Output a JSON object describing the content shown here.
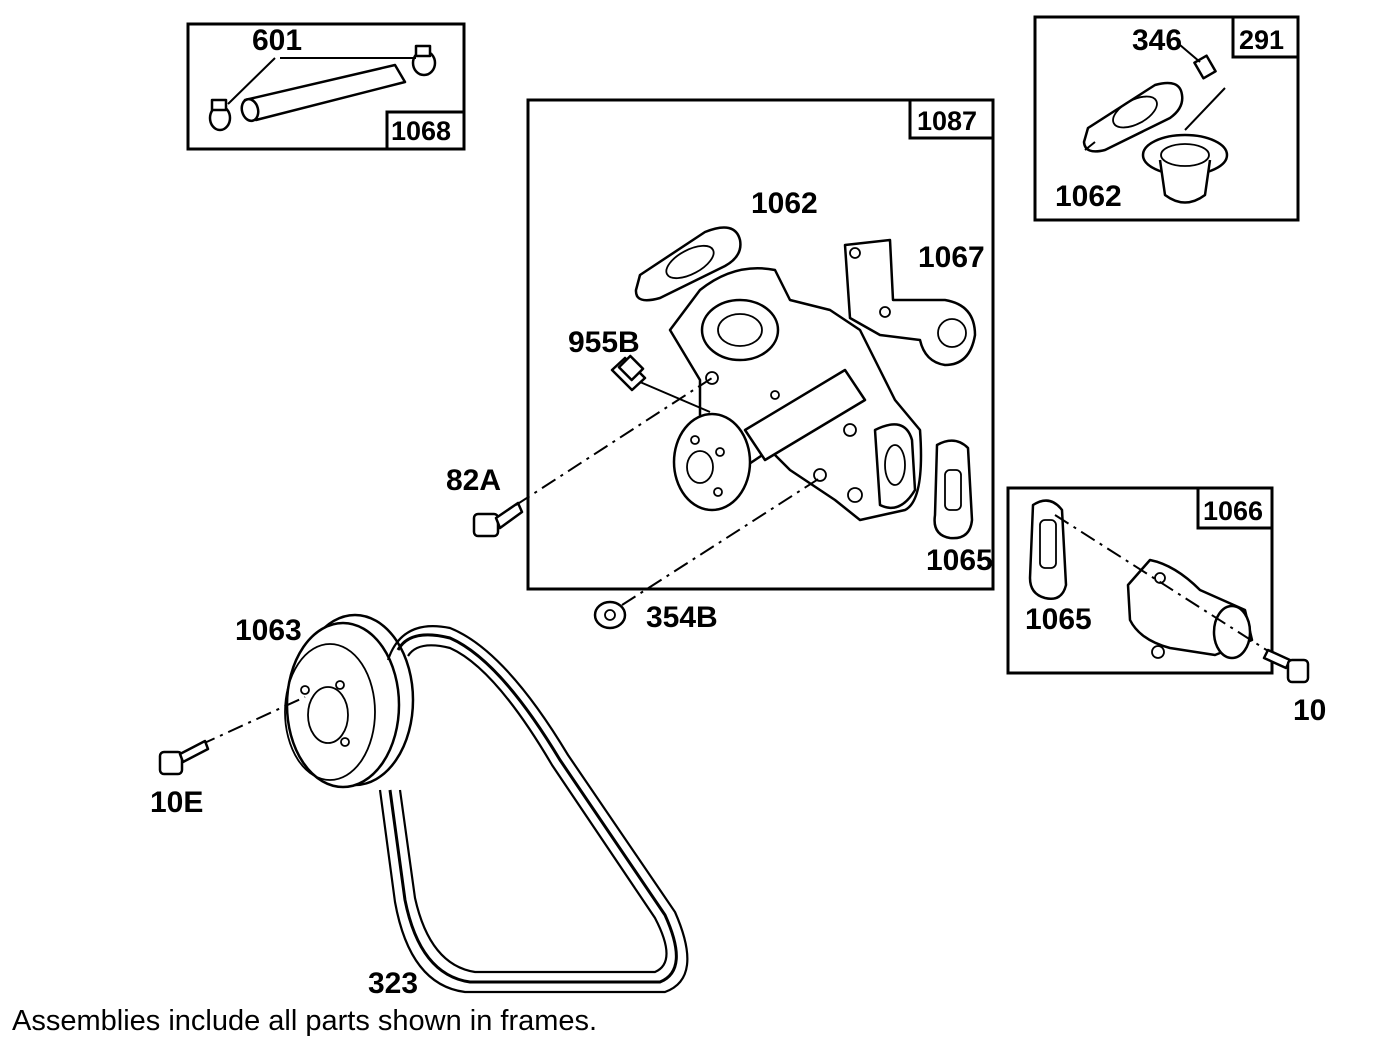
{
  "callouts": {
    "hose_clamps": "601",
    "hose_assembly": "1068",
    "pump_assembly": "1087",
    "thermostat_gasket": "1062",
    "thermostat_bolt": "346",
    "thermostat_assembly": "291",
    "thermostat_frame_gasket": "1062",
    "pump_gasket_top": "1062",
    "pump_gasket_side": "1067",
    "plug": "955B",
    "pump_bolt": "82A",
    "pump_outlet_gasket": "1065",
    "pump_nut": "354B",
    "elbow_assembly": "1066",
    "elbow_gasket": "1065",
    "elbow_bolt": "10",
    "pulley": "1063",
    "pulley_bolt": "10E",
    "belt": "323"
  },
  "footer": {
    "note": "Assemblies include all parts shown in frames."
  }
}
